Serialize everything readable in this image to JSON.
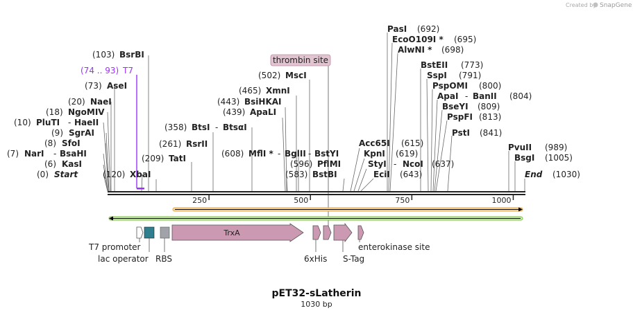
{
  "watermark": {
    "prefix": "Created by",
    "brand": "SnapGene"
  },
  "map": {
    "title": "pET32-sLatherin",
    "length_label": "1030 bp",
    "length_bp": 1030,
    "ruler_ticks": [
      "250",
      "500",
      "750",
      "1000"
    ]
  },
  "colors": {
    "backbone": "#222222",
    "primer_feature": "#9b30ff",
    "trxA": "#cc99b3",
    "lac_operator": "#2f7f8f",
    "rbs": "#a0a4aa",
    "thrombin_fill": "#e2c3d0",
    "orange_orf": "#e8a83a",
    "green_orf": "#7cc243"
  },
  "sites": [
    {
      "id": "start",
      "pos": "(0)",
      "name": "Start",
      "italic": true
    },
    {
      "id": "kasi",
      "pos": "(6)",
      "name": "KasI"
    },
    {
      "id": "nari",
      "pos": "(7)",
      "name": "NarI",
      "name2": "BsaHI"
    },
    {
      "id": "sfoi",
      "pos": "(8)",
      "name": "SfoI"
    },
    {
      "id": "sgrai",
      "pos": "(9)",
      "name": "SgrAI"
    },
    {
      "id": "pluti",
      "pos": "(10)",
      "name": "PluTI",
      "name2": "HaeII"
    },
    {
      "id": "ngomiv",
      "pos": "(18)",
      "name": "NgoMIV"
    },
    {
      "id": "naei",
      "pos": "(20)",
      "name": "NaeI"
    },
    {
      "id": "asei",
      "pos": "(73)",
      "name": "AseI"
    },
    {
      "id": "bsrbi",
      "pos": "(103)",
      "name": "BsrBI"
    },
    {
      "id": "xbai",
      "pos": "(120)",
      "name": "XbaI"
    },
    {
      "id": "tati",
      "pos": "(209)",
      "name": "TatI"
    },
    {
      "id": "rsrii",
      "pos": "(261)",
      "name": "RsrII"
    },
    {
      "id": "btsi",
      "pos": "(358)",
      "name": "BtsI",
      "name2": "BtsαI"
    },
    {
      "id": "apali",
      "pos": "(439)",
      "name": "ApaLI"
    },
    {
      "id": "bsihkai",
      "pos": "(443)",
      "name": "BsiHKAI"
    },
    {
      "id": "xmni",
      "pos": "(465)",
      "name": "XmnI"
    },
    {
      "id": "msci",
      "pos": "(502)",
      "name": "MscI"
    },
    {
      "id": "mfli",
      "pos": "(608)",
      "name": "MflI *",
      "name2": "BglII",
      "name3": "BstYI"
    },
    {
      "id": "pflmi",
      "pos": "(596)",
      "name": "PflMI"
    },
    {
      "id": "bstbi",
      "pos": "(583)",
      "name": "BstBI"
    },
    {
      "id": "acc65i",
      "pos": "(615)",
      "name": "Acc65I"
    },
    {
      "id": "kpni",
      "pos": "(619)",
      "name": "KpnI"
    },
    {
      "id": "styi",
      "pos": "(637)",
      "name": "StyI",
      "name2": "NcoI"
    },
    {
      "id": "ecii",
      "pos": "(643)",
      "name": "EciI"
    },
    {
      "id": "pasi",
      "pos": "(692)",
      "name": "PasI"
    },
    {
      "id": "eco0109i",
      "pos": "(695)",
      "name": "EcoO109I *"
    },
    {
      "id": "alwni",
      "pos": "(698)",
      "name": "AlwNI *"
    },
    {
      "id": "bsteii",
      "pos": "(773)",
      "name": "BstEII"
    },
    {
      "id": "sspi",
      "pos": "(791)",
      "name": "SspI"
    },
    {
      "id": "psppomi",
      "pos": "(800)",
      "name": "PspOMI"
    },
    {
      "id": "apai",
      "pos": "(804)",
      "name": "ApaI",
      "name2": "BanII"
    },
    {
      "id": "bseyi",
      "pos": "(809)",
      "name": "BseYI"
    },
    {
      "id": "pspfi",
      "pos": "(813)",
      "name": "PspFI"
    },
    {
      "id": "psti",
      "pos": "(841)",
      "name": "PstI"
    },
    {
      "id": "pvuii",
      "pos": "(989)",
      "name": "PvuII"
    },
    {
      "id": "bsgi",
      "pos": "(1005)",
      "name": "BsgI"
    },
    {
      "id": "end",
      "pos": "(1030)",
      "name": "End",
      "italic": true
    }
  ],
  "t7_primer": {
    "range": "(74 .. 93)",
    "name": "T7"
  },
  "thrombin": {
    "label": "thrombin site"
  },
  "features": {
    "trxA": "TrxA",
    "t7_promoter": "T7 promoter",
    "lac_operator": "lac operator",
    "rbs": "RBS",
    "his": "6xHis",
    "stag": "S-Tag",
    "enterokinase": "enterokinase site"
  }
}
